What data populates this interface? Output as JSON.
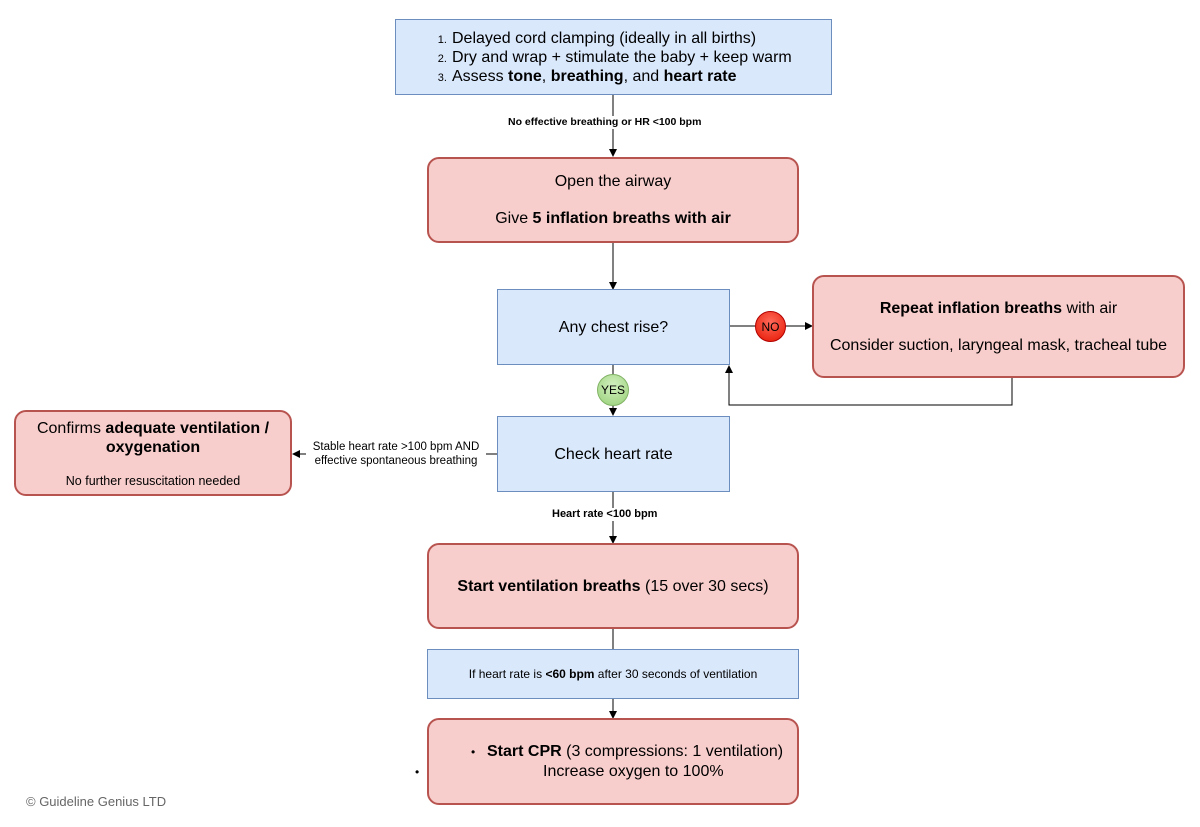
{
  "start_box": {
    "items": [
      {
        "pre": "Delayed cord clamping (ideally in all births)",
        "b1": "",
        "mid1": "",
        "b2": "",
        "mid2": "",
        "b3": ""
      },
      {
        "pre": "Dry and wrap + stimulate the baby + keep warm",
        "b1": "",
        "mid1": "",
        "b2": "",
        "mid2": "",
        "b3": ""
      },
      {
        "pre": "Assess ",
        "b1": "tone",
        "mid1": ", ",
        "b2": "breathing",
        "mid2": ", and ",
        "b3": "heart rate"
      }
    ]
  },
  "edge_no_effective": "No effective breathing or HR <100 bpm",
  "airway_box": {
    "line1": "Open the airway",
    "line2_pre": "Give ",
    "line2_bold": "5 inflation breaths with air"
  },
  "chest_box": {
    "label": "Any chest rise?"
  },
  "no_badge": "NO",
  "yes_badge": "YES",
  "repeat_box": {
    "line1_bold": "Repeat inflation breaths",
    "line1_rest": " with air",
    "line2": "Consider suction, laryngeal mask, tracheal tube"
  },
  "check_hr_box": {
    "label": "Check heart rate"
  },
  "edge_stable": {
    "line1": "Stable heart rate >100 bpm AND",
    "line2": "effective spontaneous breathing"
  },
  "confirm_box": {
    "pre": "Confirms ",
    "bold1": "adequate ventilation /",
    "bold2": "oxygenation",
    "sub": "No further resuscitation needed"
  },
  "edge_hr_low": "Heart rate <100 bpm",
  "ventilation_box": {
    "bold": "Start ventilation breaths",
    "rest": " (15 over 30 secs)"
  },
  "info_box": {
    "pre": "If heart rate is ",
    "bold": "<60 bpm",
    "post": " after 30 seconds of ventilation"
  },
  "cpr_box": {
    "item1_bold": "Start CPR",
    "item1_rest": " (3 compressions: 1 ventilation)",
    "item2": "Increase oxygen to 100%"
  },
  "footer": "© Guideline Genius LTD",
  "colors": {
    "blue_fill": "#dae8fc",
    "blue_stroke": "#6c8ebf",
    "red_fill": "#f8cecc",
    "red_stroke": "#b85450",
    "no_badge": "#e51400",
    "yes_badge": "#97d077"
  }
}
